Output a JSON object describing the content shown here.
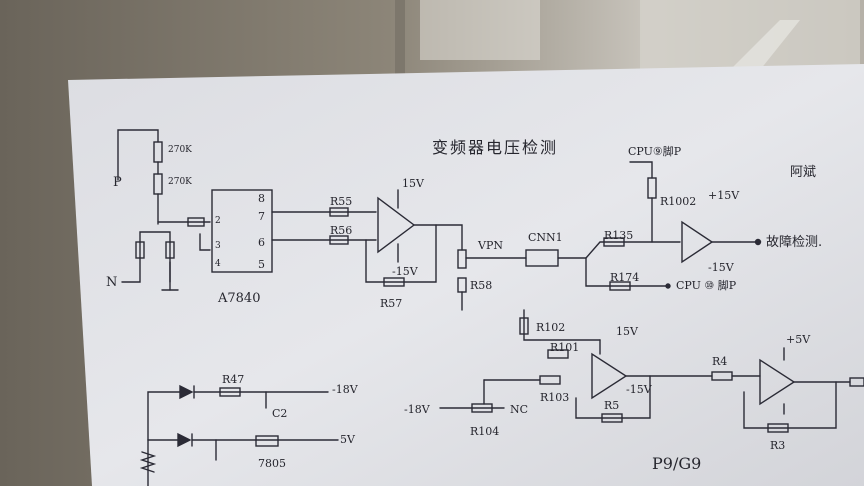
{
  "sheet": {
    "title": "变频器电压检测",
    "corner_label": "阿斌",
    "output_label": "故障检测.",
    "footer_label": "P9/G9"
  },
  "labels": {
    "p": "P",
    "n": "N",
    "r270k_1": "270K",
    "r270k_2": "270K",
    "ic": "A7840",
    "pin8": "8",
    "pin7": "7",
    "pin6": "6",
    "pin5": "5",
    "pin2": "2",
    "pin3": "3",
    "pin4": "4",
    "plus15_a": "15V",
    "minus15_a": "-15V",
    "r55": "R55",
    "r56": "R56",
    "r57": "R57",
    "vpn": "VPN",
    "r58": "R58",
    "cnn": "CNN1",
    "r135": "R135",
    "r174": "R174",
    "cpu_top": "CPU⑨脚P",
    "cpu_bottom": "CPU ⑩ 脚P",
    "r1002": "R1002",
    "plus15_b": "+15V",
    "minus15_b": "-15V",
    "r102": "R102",
    "r101": "R101",
    "r103": "R103",
    "r5": "R5",
    "r104": "R104",
    "plus15_c": "15V",
    "minus15_c": "-15V",
    "minus18_a": "-18V",
    "nc": "NC",
    "r4": "R4",
    "r3": "R3",
    "plus5_c": "+5V",
    "r47": "R47",
    "c2": "C2",
    "minus18_b": "-18V",
    "plus5_b": "5V",
    "reg": "7805"
  }
}
